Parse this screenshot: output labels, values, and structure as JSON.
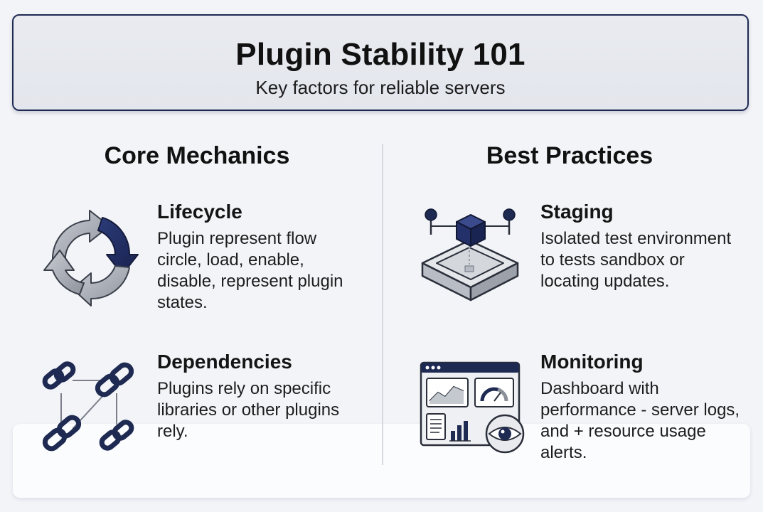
{
  "header": {
    "title": "Plugin Stability 101",
    "subtitle": "Key factors for reliable servers"
  },
  "columns": [
    {
      "title": "Core Mechanics",
      "items": [
        {
          "icon": "cycle-arrows-icon",
          "name": "Lifecycle",
          "description": "Plugin represent flow circle, load, enable, disable, represent plugin states."
        },
        {
          "icon": "chain-links-icon",
          "name": "Dependencies",
          "description": "Plugins rely on specific libraries or other plugins rely."
        }
      ]
    },
    {
      "title": "Best Practices",
      "items": [
        {
          "icon": "sandbox-platform-icon",
          "name": "Staging",
          "description": "Isolated test environment to tests sandbox or locating updates."
        },
        {
          "icon": "dashboard-eye-icon",
          "name": "Monitoring",
          "description": "Dashboard with performance - server logs, and + resource usage alerts."
        }
      ]
    }
  ],
  "colors": {
    "navy": "#1f2a52",
    "gray": "#8a8f99",
    "background": "#f2f4f8"
  }
}
